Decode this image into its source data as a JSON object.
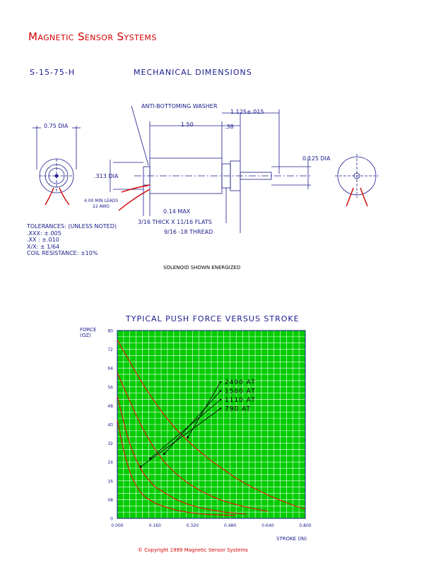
{
  "header": {
    "company": "Magnetic Sensor Systems",
    "part_number": "S-15-75-H",
    "section_title": "MECHANICAL DIMENSIONS"
  },
  "drawing": {
    "diameter_left": "0.75 DIA",
    "washer_label": "ANTI-BOTTOMING WASHER",
    "stroke_dim": "1.125±.015",
    "body_length": "1.50",
    "thread_length": ".38",
    "plunger_dia": "0.125 DIA",
    "body_dia": ".313 DIA",
    "leads_line1": "4.00 MIN LEADS",
    "leads_line2": "22 AWG",
    "max_dim": "0.14  MAX",
    "flats": "3/16  THICK X 11/16 FLATS",
    "thread": "9/16  -18  THREAD"
  },
  "tolerances": [
    "TOLERANCES:  (UNLESS NOTED)",
    ".XXX:  ±.005",
    ".XX  :  ±.010",
    "X/X:   ± 1/64",
    "COIL RESISTANCE: ±10%"
  ],
  "energized_note": "SOLENOID SHOWN ENERGIZED",
  "chart_data": {
    "type": "line",
    "title": "TYPICAL PUSH FORCE VERSUS STROKE",
    "ylabel": [
      "FORCE",
      "(OZ)"
    ],
    "xlabel": "STROKE (IN)",
    "xlim": [
      0,
      0.8
    ],
    "ylim": [
      0,
      80
    ],
    "xticks": [
      "0.000",
      "0.160",
      "0.320",
      "0.480",
      "0.640",
      "0.800"
    ],
    "yticks": [
      "80",
      "72",
      "64",
      "56",
      "48",
      "40",
      "32",
      "24",
      "16",
      "08",
      "0"
    ],
    "grid": true,
    "background": "#00cc00",
    "grid_color": "#ffffff",
    "curve_color": "#ff0000",
    "legend_color": "#000000",
    "series": [
      {
        "name": "790 AT",
        "x": [
          0,
          0.02,
          0.04,
          0.06,
          0.08,
          0.1,
          0.12,
          0.16,
          0.2,
          0.25,
          0.3,
          0.35,
          0.4,
          0.45,
          0.5
        ],
        "y": [
          42,
          32,
          24,
          18,
          14,
          11,
          9,
          6.5,
          5,
          3.5,
          2.6,
          2,
          1.6,
          1.4,
          1.2
        ]
      },
      {
        "name": "1110 AT",
        "x": [
          0,
          0.02,
          0.04,
          0.06,
          0.08,
          0.1,
          0.12,
          0.16,
          0.2,
          0.25,
          0.3,
          0.35,
          0.4,
          0.45,
          0.5,
          0.55
        ],
        "y": [
          52,
          44,
          36,
          30,
          25,
          21,
          18,
          13.5,
          11,
          8,
          6,
          4.6,
          3.6,
          2.8,
          2.2,
          1.8
        ]
      },
      {
        "name": "1580 AT",
        "x": [
          0,
          0.04,
          0.08,
          0.12,
          0.16,
          0.2,
          0.25,
          0.3,
          0.35,
          0.4,
          0.45,
          0.5,
          0.55,
          0.6,
          0.64
        ],
        "y": [
          62,
          53,
          44,
          36,
          29.5,
          24,
          19,
          15,
          12,
          9.5,
          7.5,
          6,
          4.8,
          3.8,
          3
        ]
      },
      {
        "name": "2490 AT",
        "x": [
          0,
          0.04,
          0.08,
          0.12,
          0.16,
          0.2,
          0.25,
          0.3,
          0.35,
          0.4,
          0.45,
          0.5,
          0.55,
          0.6,
          0.65,
          0.7,
          0.75,
          0.8
        ],
        "y": [
          76,
          69,
          62,
          55.5,
          49.5,
          44,
          38,
          33,
          28.5,
          24.5,
          21,
          17.5,
          14.5,
          12,
          9.5,
          7.5,
          5.5,
          4
        ]
      }
    ],
    "legend_targets": [
      [
        0.1,
        22
      ],
      [
        0.14,
        25.5
      ],
      [
        0.2,
        27.5
      ],
      [
        0.3,
        34.5
      ]
    ]
  },
  "footer": {
    "copyright": "© Copyright 1999 Magnetic Sensor Systems"
  }
}
